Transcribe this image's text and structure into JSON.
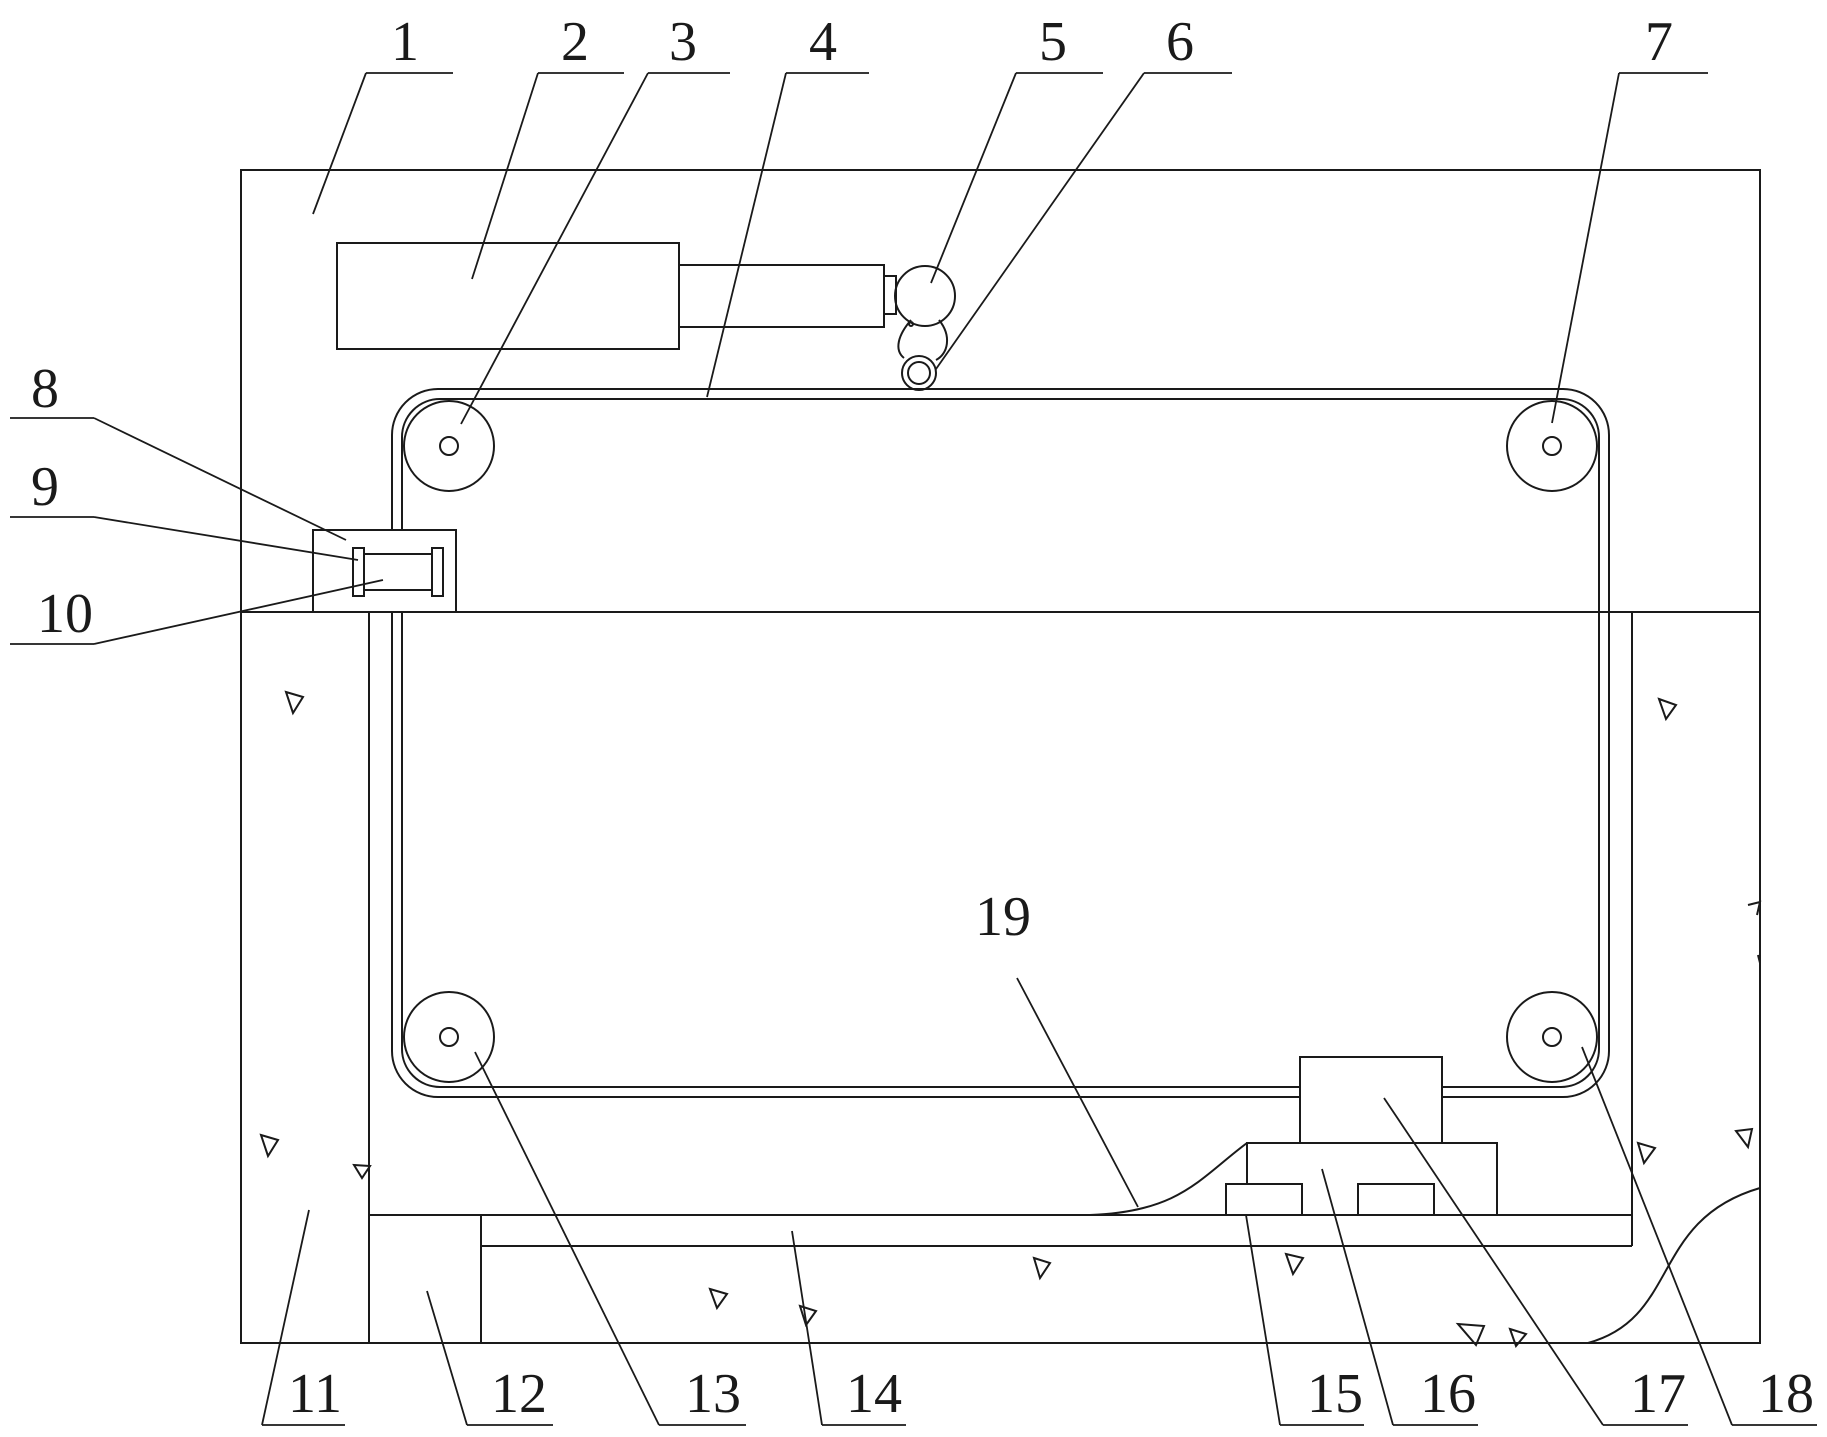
{
  "figure": {
    "labels": [
      "1",
      "2",
      "3",
      "4",
      "5",
      "6",
      "7",
      "8",
      "9",
      "10",
      "11",
      "12",
      "13",
      "14",
      "15",
      "16",
      "17",
      "18",
      "19"
    ]
  }
}
